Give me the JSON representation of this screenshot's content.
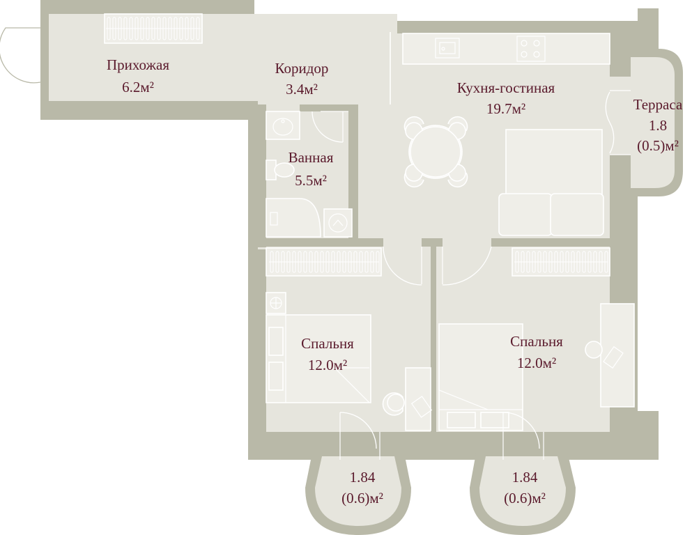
{
  "rooms": [
    {
      "id": "hallway",
      "name": "Прихожая",
      "area": "6.2м²"
    },
    {
      "id": "corridor",
      "name": "Коридор",
      "area": "3.4м²"
    },
    {
      "id": "kitchen",
      "name": "Кухня-гостиная",
      "area": "19.7м²"
    },
    {
      "id": "terrace",
      "name": "Терраса",
      "area_line1": "1.8",
      "area_line2": "(0.5)м²"
    },
    {
      "id": "bathroom",
      "name": "Ванная",
      "area": "5.5м²"
    },
    {
      "id": "bedroom1",
      "name": "Спальня",
      "area": "12.0м²"
    },
    {
      "id": "bedroom2",
      "name": "Спальня",
      "area": "12.0м²"
    },
    {
      "id": "balcony1",
      "area_line1": "1.84",
      "area_line2": "(0.6)м²"
    },
    {
      "id": "balcony2",
      "area_line1": "1.84",
      "area_line2": "(0.6)м²"
    }
  ],
  "colors": {
    "wall": "#b9b9a8",
    "floor": "#e6e5dd",
    "label": "#5a1a2c",
    "lines": "#ffffff"
  }
}
